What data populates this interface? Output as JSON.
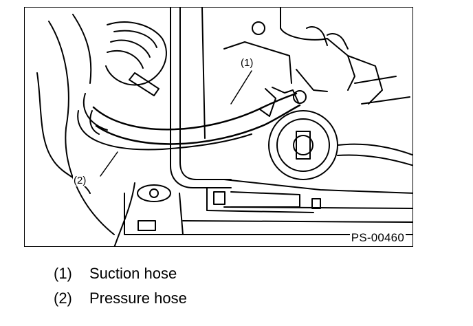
{
  "figure": {
    "id": "PS-00460",
    "callouts": {
      "c1": "(1)",
      "c2": "(2)"
    }
  },
  "legend": {
    "items": [
      {
        "num": "(1)",
        "label": "Suction hose"
      },
      {
        "num": "(2)",
        "label": "Pressure hose"
      }
    ]
  }
}
